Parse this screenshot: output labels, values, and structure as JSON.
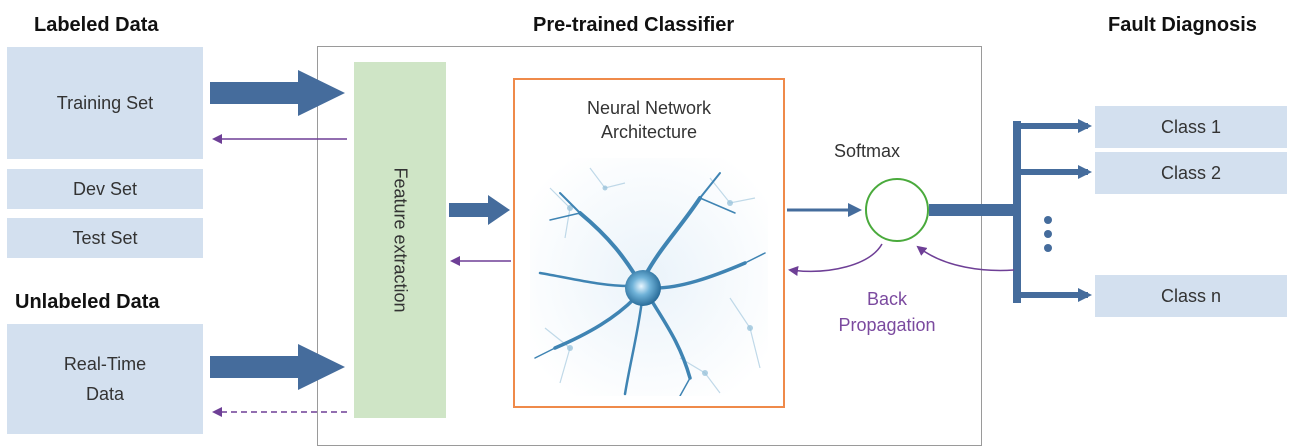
{
  "headings": {
    "labeled": "Labeled Data",
    "classifier": "Pre-trained Classifier",
    "fault": "Fault Diagnosis",
    "unlabeled": "Unlabeled Data"
  },
  "datasets": {
    "training": "Training Set",
    "dev": "Dev Set",
    "test": "Test Set",
    "realtime": "Real-Time\nData"
  },
  "feature_extraction": "Feature extraction",
  "network": {
    "title": "Neural Network\nArchitecture"
  },
  "softmax": "Softmax",
  "back_propagation": "Back\nPropagation",
  "classes": [
    "Class 1",
    "Class 2",
    "Class n"
  ],
  "ellipsis": "⋮",
  "colors": {
    "box_fill": "#d3e0ef",
    "arrow_blue": "#456c9c",
    "feature_fill": "#cfe5c6",
    "network_border": "#ef8a4a",
    "softmax_border": "#4aaa3c",
    "purple": "#6e3f96"
  }
}
